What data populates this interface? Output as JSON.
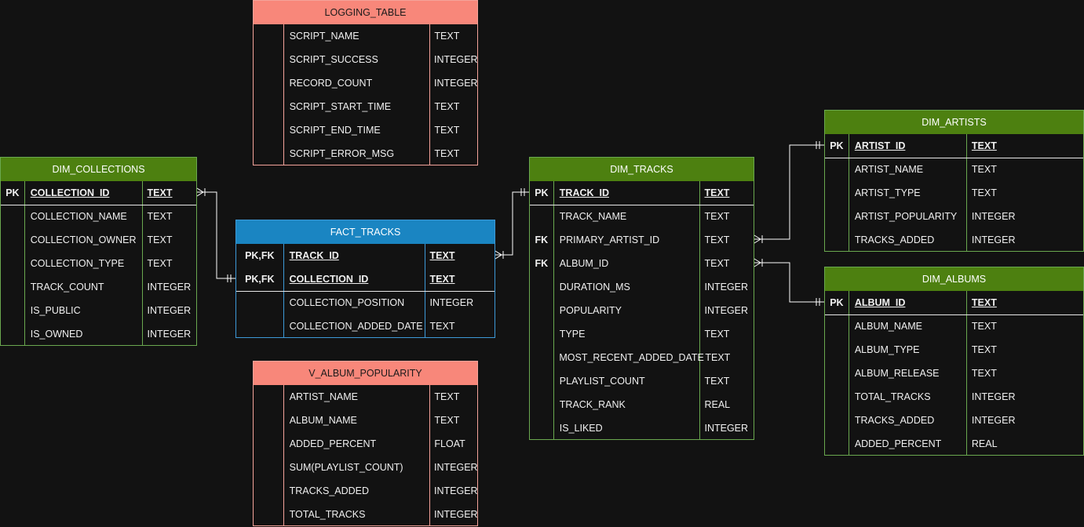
{
  "entities": [
    {
      "id": "logging_table",
      "title": "LOGGING_TABLE",
      "theme": "pink",
      "rows": [
        {
          "key": "",
          "name": "SCRIPT_NAME",
          "type": "TEXT"
        },
        {
          "key": "",
          "name": "SCRIPT_SUCCESS",
          "type": "INTEGER"
        },
        {
          "key": "",
          "name": "RECORD_COUNT",
          "type": "INTEGER"
        },
        {
          "key": "",
          "name": "SCRIPT_START_TIME",
          "type": "TEXT"
        },
        {
          "key": "",
          "name": "SCRIPT_END_TIME",
          "type": "TEXT"
        },
        {
          "key": "",
          "name": "SCRIPT_ERROR_MSG",
          "type": "TEXT"
        }
      ]
    },
    {
      "id": "dim_collections",
      "title": "DIM_COLLECTIONS",
      "theme": "green",
      "rows": [
        {
          "key": "PK",
          "name": "COLLECTION_ID",
          "type": "TEXT",
          "pk": true
        },
        {
          "key": "",
          "name": "COLLECTION_NAME",
          "type": "TEXT"
        },
        {
          "key": "",
          "name": "COLLECTION_OWNER",
          "type": "TEXT"
        },
        {
          "key": "",
          "name": "COLLECTION_TYPE",
          "type": "TEXT"
        },
        {
          "key": "",
          "name": "TRACK_COUNT",
          "type": "INTEGER"
        },
        {
          "key": "",
          "name": "IS_PUBLIC",
          "type": "INTEGER"
        },
        {
          "key": "",
          "name": "IS_OWNED",
          "type": "INTEGER"
        }
      ]
    },
    {
      "id": "fact_tracks",
      "title": "FACT_TRACKS",
      "theme": "blue",
      "rows": [
        {
          "key": "PK,FK",
          "name": "TRACK_ID",
          "type": "TEXT",
          "pk": true
        },
        {
          "key": "PK,FK",
          "name": "COLLECTION_ID",
          "type": "TEXT",
          "pk": true
        },
        {
          "key": "",
          "name": "COLLECTION_POSITION",
          "type": "INTEGER"
        },
        {
          "key": "",
          "name": "COLLECTION_ADDED_DATE",
          "type": "TEXT"
        }
      ]
    },
    {
      "id": "v_album_popularity",
      "title": "V_ALBUM_POPULARITY",
      "theme": "pink",
      "rows": [
        {
          "key": "",
          "name": "ARTIST_NAME",
          "type": "TEXT"
        },
        {
          "key": "",
          "name": "ALBUM_NAME",
          "type": "TEXT"
        },
        {
          "key": "",
          "name": "ADDED_PERCENT",
          "type": "FLOAT"
        },
        {
          "key": "",
          "name": "SUM(PLAYLIST_COUNT)",
          "type": "INTEGER"
        },
        {
          "key": "",
          "name": "TRACKS_ADDED",
          "type": "INTEGER"
        },
        {
          "key": "",
          "name": "TOTAL_TRACKS",
          "type": "INTEGER"
        }
      ]
    },
    {
      "id": "dim_tracks",
      "title": "DIM_TRACKS",
      "theme": "green",
      "rows": [
        {
          "key": "PK",
          "name": "TRACK_ID",
          "type": "TEXT",
          "pk": true
        },
        {
          "key": "",
          "name": "TRACK_NAME",
          "type": "TEXT"
        },
        {
          "key": "FK",
          "name": "PRIMARY_ARTIST_ID",
          "type": "TEXT"
        },
        {
          "key": "FK",
          "name": "ALBUM_ID",
          "type": "TEXT"
        },
        {
          "key": "",
          "name": "DURATION_MS",
          "type": "INTEGER"
        },
        {
          "key": "",
          "name": "POPULARITY",
          "type": "INTEGER"
        },
        {
          "key": "",
          "name": "TYPE",
          "type": "TEXT"
        },
        {
          "key": "",
          "name": "MOST_RECENT_ADDED_DATE",
          "type": "TEXT"
        },
        {
          "key": "",
          "name": "PLAYLIST_COUNT",
          "type": "TEXT"
        },
        {
          "key": "",
          "name": "TRACK_RANK",
          "type": "REAL"
        },
        {
          "key": "",
          "name": "IS_LIKED",
          "type": "INTEGER"
        }
      ]
    },
    {
      "id": "dim_artists",
      "title": "DIM_ARTISTS",
      "theme": "green",
      "rows": [
        {
          "key": "PK",
          "name": "ARTIST_ID",
          "type": "TEXT",
          "pk": true
        },
        {
          "key": "",
          "name": "ARTIST_NAME",
          "type": "TEXT"
        },
        {
          "key": "",
          "name": "ARTIST_TYPE",
          "type": "TEXT"
        },
        {
          "key": "",
          "name": "ARTIST_POPULARITY",
          "type": "INTEGER"
        },
        {
          "key": "",
          "name": "TRACKS_ADDED",
          "type": "INTEGER"
        }
      ]
    },
    {
      "id": "dim_albums",
      "title": "DIM_ALBUMS",
      "theme": "green",
      "rows": [
        {
          "key": "PK",
          "name": "ALBUM_ID",
          "type": "TEXT",
          "pk": true
        },
        {
          "key": "",
          "name": "ALBUM_NAME",
          "type": "TEXT"
        },
        {
          "key": "",
          "name": "ALBUM_TYPE",
          "type": "TEXT"
        },
        {
          "key": "",
          "name": "ALBUM_RELEASE",
          "type": "TEXT"
        },
        {
          "key": "",
          "name": "TOTAL_TRACKS",
          "type": "INTEGER"
        },
        {
          "key": "",
          "name": "TRACKS_ADDED",
          "type": "INTEGER"
        },
        {
          "key": "",
          "name": "ADDED_PERCENT",
          "type": "REAL"
        }
      ]
    }
  ],
  "relationships": [
    {
      "from": "dim_collections.COLLECTION_ID",
      "from_end": "many",
      "to": "fact_tracks.COLLECTION_ID",
      "to_end": "one"
    },
    {
      "from": "fact_tracks.TRACK_ID",
      "from_end": "many",
      "to": "dim_tracks.TRACK_ID",
      "to_end": "one"
    },
    {
      "from": "dim_tracks.PRIMARY_ARTIST_ID",
      "from_end": "many",
      "to": "dim_artists.ARTIST_ID",
      "to_end": "one"
    },
    {
      "from": "dim_tracks.ALBUM_ID",
      "from_end": "many",
      "to": "dim_albums.ALBUM_ID",
      "to_end": "one"
    }
  ],
  "colors": {
    "background": "#121212",
    "green_header": "#4d8010",
    "green_border": "#6aa84f",
    "blue_header": "#1a85c2",
    "blue_border": "#3d9ad8",
    "pink_header": "#f8877a",
    "pink_border": "#f4a39a",
    "link": "#ffffff"
  }
}
